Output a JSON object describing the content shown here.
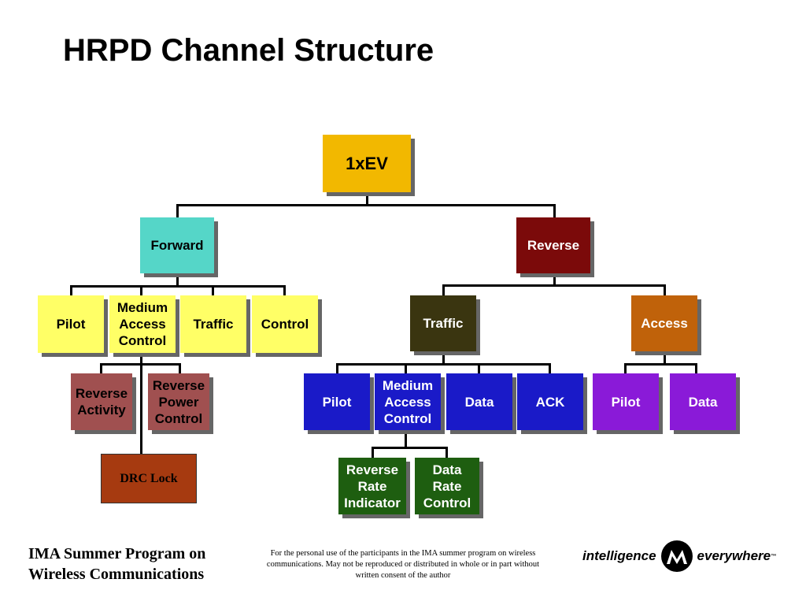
{
  "title": "HRPD Channel Structure",
  "nodes": {
    "root": {
      "label": "1xEV",
      "bg": "#F2B800",
      "color": "#000000"
    },
    "forward": {
      "label": "Forward",
      "bg": "#55D6C8",
      "color": "#000000"
    },
    "reverse": {
      "label": "Reverse",
      "bg": "#7B0A0A",
      "color": "#FFFFFF"
    },
    "fwd_pilot": {
      "label": "Pilot",
      "bg": "#FFFF66",
      "color": "#000000"
    },
    "fwd_mac": {
      "label": "Medium\nAccess\nControl",
      "bg": "#FFFF66",
      "color": "#000000"
    },
    "fwd_traffic": {
      "label": "Traffic",
      "bg": "#FFFF66",
      "color": "#000000"
    },
    "fwd_control": {
      "label": "Control",
      "bg": "#FFFF66",
      "color": "#000000"
    },
    "rev_activity": {
      "label": "Reverse\nActivity",
      "bg": "#A05050",
      "color": "#000000"
    },
    "rev_power": {
      "label": "Reverse\nPower\nControl",
      "bg": "#A05050",
      "color": "#000000"
    },
    "drc_lock": {
      "label": "DRC Lock",
      "bg": "#A63A10",
      "color": "#000000"
    },
    "rev_traffic": {
      "label": "Traffic",
      "bg": "#3A3510",
      "color": "#FFFFFF"
    },
    "rev_access": {
      "label": "Access",
      "bg": "#C0620A",
      "color": "#FFFFFF"
    },
    "rt_pilot": {
      "label": "Pilot",
      "bg": "#1A1AC8",
      "color": "#FFFFFF"
    },
    "rt_mac": {
      "label": "Medium\nAccess\nControl",
      "bg": "#1A1AC8",
      "color": "#FFFFFF"
    },
    "rt_data": {
      "label": "Data",
      "bg": "#1A1AC8",
      "color": "#FFFFFF"
    },
    "rt_ack": {
      "label": "ACK",
      "bg": "#1A1AC8",
      "color": "#FFFFFF"
    },
    "ra_pilot": {
      "label": "Pilot",
      "bg": "#8A1AD8",
      "color": "#FFFFFF"
    },
    "ra_data": {
      "label": "Data",
      "bg": "#8A1AD8",
      "color": "#FFFFFF"
    },
    "rri": {
      "label": "Reverse\nRate\nIndicator",
      "bg": "#1E5E10",
      "color": "#FFFFFF"
    },
    "drc": {
      "label": "Data\nRate\nControl",
      "bg": "#1E5E10",
      "color": "#FFFFFF"
    }
  },
  "footer": {
    "program": "IMA Summer Program on Wireless Communications",
    "notice": "For the personal use of the participants in the IMA summer program on wireless communications. May not be reproduced or distributed  in whole or in part without written consent of the author",
    "logo_left": "intelligence",
    "logo_right": "everywhere",
    "logo_tm": "™"
  }
}
